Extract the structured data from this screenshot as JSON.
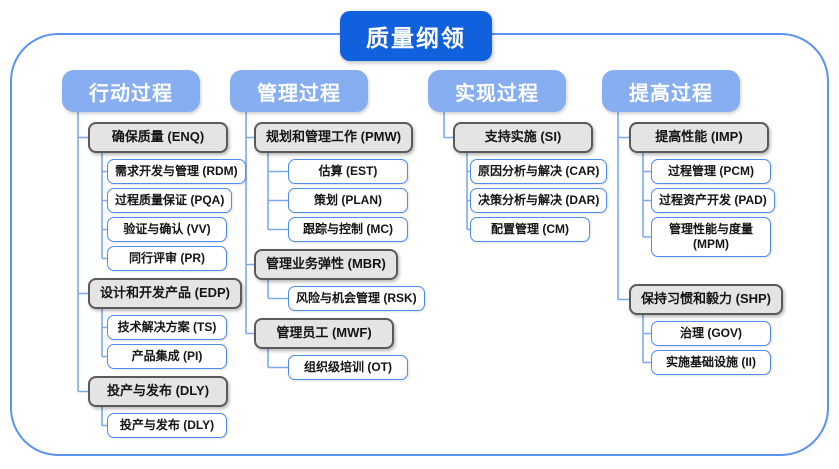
{
  "title": "质量纲领",
  "colors": {
    "title_bg": "#1161de",
    "header_bg": "#87aef0",
    "container_border": "#5b94f0",
    "connector": "#7fa9ec",
    "gray_fill": "#e4e4e4",
    "gray_border": "#5a5a5a",
    "child_border": "#4e8bf0",
    "text_dark": "#141414",
    "text_light": "#ffffff"
  },
  "columns": [
    {
      "header": "行动过程",
      "groups": [
        {
          "label": "确保质量 (ENQ)",
          "children": [
            "需求开发与管理 (RDM)",
            "过程质量保证 (PQA)",
            "验证与确认 (VV)",
            "同行评审 (PR)"
          ]
        },
        {
          "label": "设计和开发产品 (EDP)",
          "children": [
            "技术解决方案 (TS)",
            "产品集成 (PI)"
          ]
        },
        {
          "label": "投产与发布 (DLY)",
          "children": [
            "投产与发布 (DLY)"
          ]
        }
      ]
    },
    {
      "header": "管理过程",
      "groups": [
        {
          "label": "规划和管理工作 (PMW)",
          "children": [
            "估算 (EST)",
            "策划 (PLAN)",
            "跟踪与控制 (MC)"
          ]
        },
        {
          "label": "管理业务弹性 (MBR)",
          "children": [
            "风险与机会管理 (RSK)"
          ]
        },
        {
          "label": "管理员工 (MWF)",
          "children": [
            "组织级培训 (OT)"
          ]
        }
      ]
    },
    {
      "header": "实现过程",
      "groups": [
        {
          "label": "支持实施 (SI)",
          "children": [
            "原因分析与解决 (CAR)",
            "决策分析与解决 (DAR)",
            "配置管理 (CM)"
          ]
        }
      ]
    },
    {
      "header": "提高过程",
      "groups": [
        {
          "label": "提高性能 (IMP)",
          "children": [
            "过程管理 (PCM)",
            "过程资产开发 (PAD)",
            "管理性能与度量\n(MPM)"
          ]
        },
        {
          "label": "保持习惯和毅力 (SHP)",
          "children": [
            "治理 (GOV)",
            "实施基础设施 (II)"
          ]
        }
      ]
    }
  ]
}
